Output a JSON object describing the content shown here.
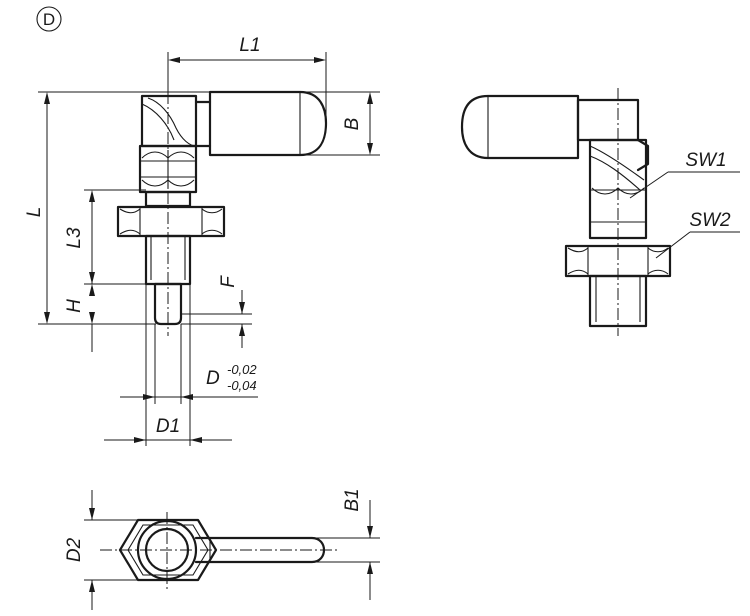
{
  "view_label": "D",
  "dimensions": {
    "L1": "L1",
    "B": "B",
    "L": "L",
    "L3": "L3",
    "F": "F",
    "H": "H",
    "D": "D",
    "D_tol_upper": "-0,02",
    "D_tol_lower": "-0,04",
    "D1": "D1",
    "SW1": "SW1",
    "SW2": "SW2",
    "B1": "B1",
    "D2": "D2"
  }
}
